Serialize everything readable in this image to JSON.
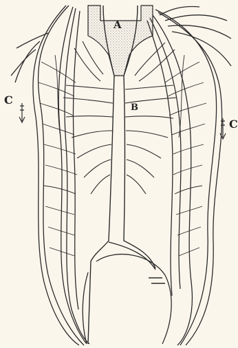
{
  "figure": {
    "labels": {
      "a": "A",
      "b": "B",
      "c_left": "C",
      "c_right": "C"
    },
    "colors": {
      "background": "#fbf6ec",
      "ink": "#2a2a2a",
      "stipple": "#b9b9b9"
    }
  }
}
